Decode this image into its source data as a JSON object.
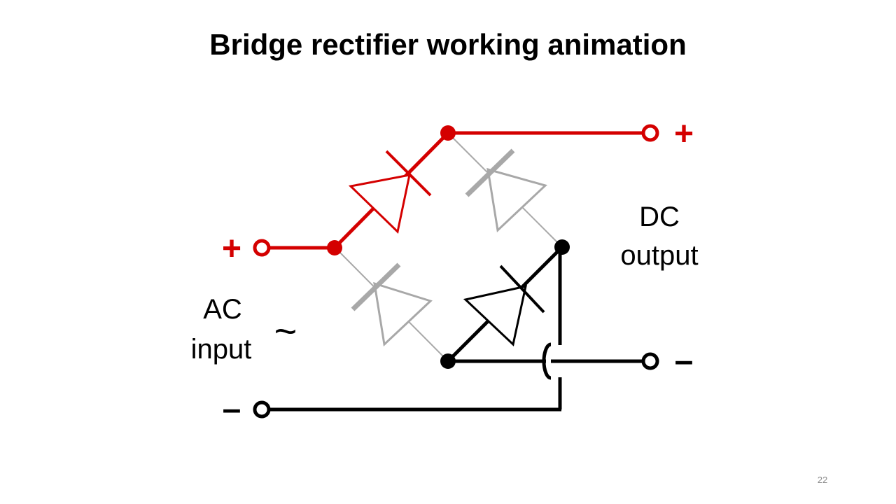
{
  "slide": {
    "title": "Bridge rectifier working animation",
    "page_number": "22"
  },
  "diagram": {
    "ac_input_label_line1": "AC",
    "ac_input_label_line2": "input",
    "ac_symbol": "~",
    "dc_output_label_line1": "DC",
    "dc_output_label_line2": "output",
    "positive_sign": "+",
    "negative_sign": "–",
    "colors": {
      "active": "#d40000",
      "inactive": "#a8a8a8",
      "return_path": "#000000"
    },
    "icons": [
      "diode-icon",
      "terminal-icon",
      "junction-dot-icon"
    ]
  }
}
